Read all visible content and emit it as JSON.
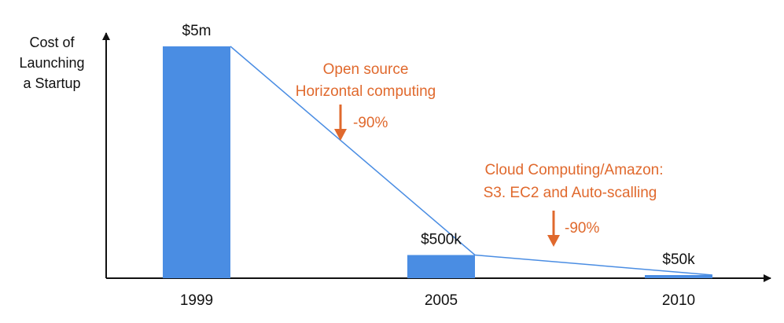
{
  "colors": {
    "bar": "#4a8de3",
    "trend_line": "#4a8de3",
    "annotation": "#e0692d",
    "axis": "#111111"
  },
  "chart_data": {
    "type": "bar",
    "ylabel_lines": [
      "Cost of",
      "Launching",
      "a Startup"
    ],
    "categories": [
      "1999",
      "2005",
      "2010"
    ],
    "values": [
      5000000,
      500000,
      50000
    ],
    "value_labels": [
      "$5m",
      "$500k",
      "$50k"
    ],
    "trend_line": true,
    "grid": false,
    "annotations": [
      {
        "between": [
          "1999",
          "2005"
        ],
        "text_lines": [
          "Open source",
          "Horizontal computing"
        ],
        "arrow": "down",
        "change": "-90%"
      },
      {
        "between": [
          "2005",
          "2010"
        ],
        "text_lines": [
          "Cloud Computing/Amazon:",
          "S3. EC2 and Auto-scalling"
        ],
        "arrow": "down",
        "change": "-90%"
      }
    ]
  }
}
